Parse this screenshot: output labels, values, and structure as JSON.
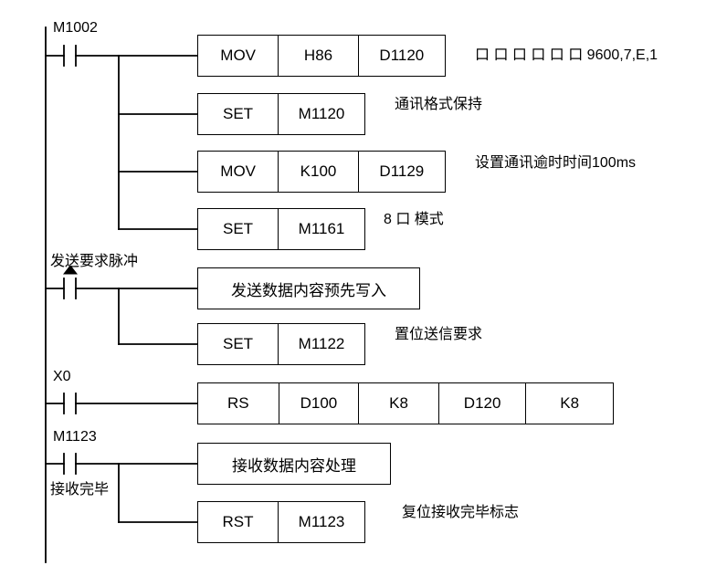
{
  "diagram": {
    "type": "plc-ladder-logic",
    "title": "",
    "rungs": [
      {
        "id": "rung-1",
        "contact": {
          "label": "M1002",
          "type": "normally-open"
        },
        "instructions": [
          {
            "name": "instr-mov-h86",
            "cells": [
              "MOV",
              "H86",
              "D1120"
            ],
            "comment": "口 口 口 口 口 口 9600,7,E,1"
          },
          {
            "name": "instr-set-m1120",
            "cells": [
              "SET",
              "M1120"
            ],
            "comment": "通讯格式保持"
          },
          {
            "name": "instr-mov-k100",
            "cells": [
              "MOV",
              "K100",
              "D1129"
            ],
            "comment": "设置通讯逾时时间100ms"
          },
          {
            "name": "instr-set-m1161",
            "cells": [
              "SET",
              "M1161"
            ],
            "comment": "8 口 模式"
          }
        ]
      },
      {
        "id": "rung-2",
        "contact": {
          "label": "发送要求脉冲",
          "type": "rising-edge"
        },
        "instructions": [
          {
            "name": "instr-send-data",
            "cells": [
              "发送数据内容预先写入"
            ],
            "comment": ""
          },
          {
            "name": "instr-set-m1122",
            "cells": [
              "SET",
              "M1122"
            ],
            "comment": "置位送信要求"
          }
        ]
      },
      {
        "id": "rung-3",
        "contact": {
          "label": "X0",
          "type": "normally-open"
        },
        "instructions": [
          {
            "name": "instr-rs",
            "cells": [
              "RS",
              "D100",
              "K8",
              "D120",
              "K8"
            ],
            "comment": ""
          }
        ]
      },
      {
        "id": "rung-4",
        "contact": {
          "label": "M1123",
          "type": "normally-open",
          "sublabel": "接收完毕"
        },
        "instructions": [
          {
            "name": "instr-recv-data",
            "cells": [
              "接收数据内容处理"
            ],
            "comment": ""
          },
          {
            "name": "instr-rst-m1123",
            "cells": [
              "RST",
              "M1123"
            ],
            "comment": "复位接收完毕标志"
          }
        ]
      }
    ],
    "labels": {
      "m1002": "M1002",
      "send_pulse": "发送要求脉冲",
      "x0": "X0",
      "m1123": "M1123",
      "recv_done": "接收完毕"
    },
    "comments": {
      "c1": "口 口 口 口 口 口 9600,7,E,1",
      "c2": "通讯格式保持",
      "c3": "设置通讯逾时时间100ms",
      "c4": "8 口 模式",
      "c5": "置位送信要求",
      "c6": "复位接收完毕标志"
    },
    "instruction_text": {
      "mov": "MOV",
      "set": "SET",
      "rs": "RS",
      "rst": "RST",
      "h86": "H86",
      "d1120": "D1120",
      "m1120": "M1120",
      "k100": "K100",
      "d1129": "D1129",
      "m1161": "M1161",
      "send_block": "发送数据内容预先写入",
      "m1122": "M1122",
      "d100": "D100",
      "k8a": "K8",
      "d120": "D120",
      "k8b": "K8",
      "recv_block": "接收数据内容处理",
      "m1123": "M1123"
    },
    "colors": {
      "line": "#000000",
      "background": "#ffffff"
    }
  }
}
